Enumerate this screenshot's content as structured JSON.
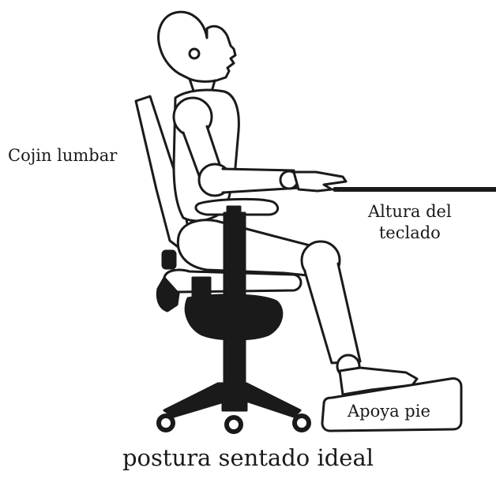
{
  "labels": {
    "lumbar_cushion": "Cojin lumbar",
    "keyboard_height_line1": "Altura del",
    "keyboard_height_line2": "teclado",
    "footrest": "Apoya pie"
  },
  "caption": "postura sentado ideal",
  "colors": {
    "ink": "#1a1a1a",
    "background": "#ffffff"
  }
}
